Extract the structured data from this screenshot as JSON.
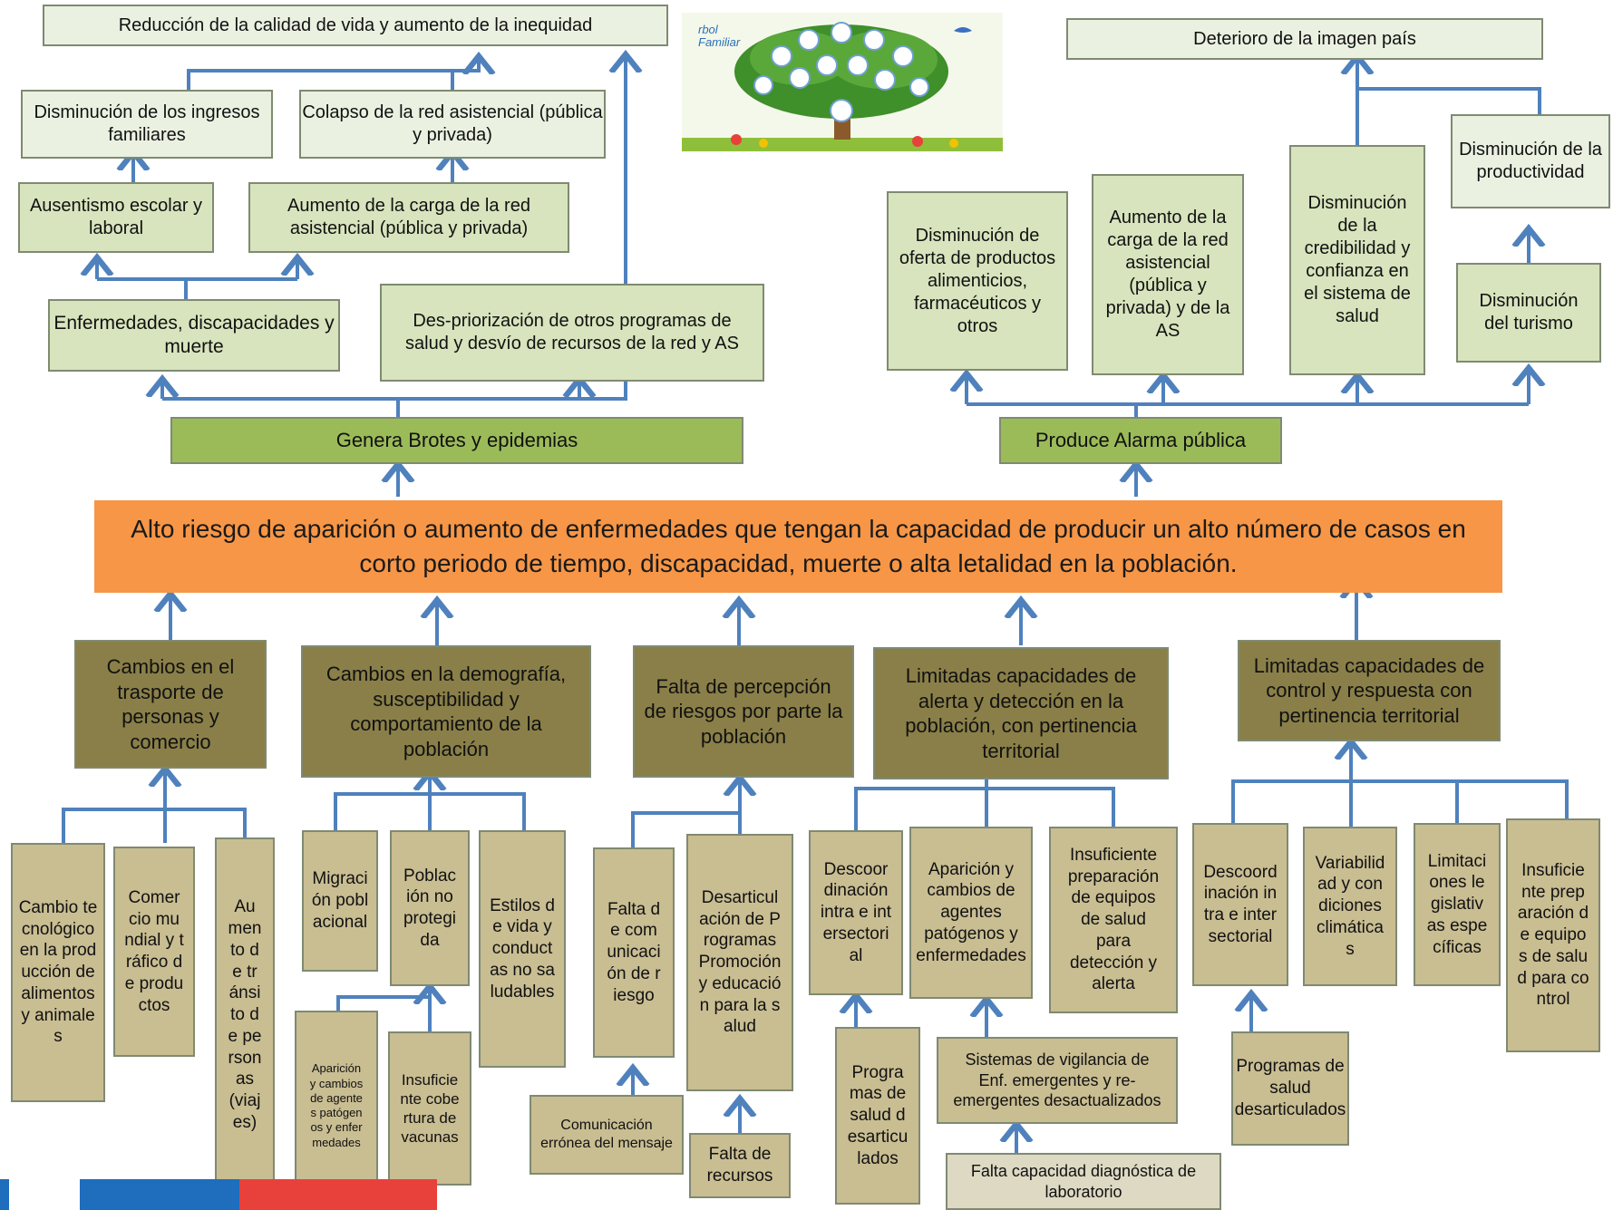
{
  "core_problem": "Alto riesgo de aparición o aumento de enfermedades que tengan la capacidad de producir un alto número de casos en corto periodo de tiempo, discapacidad, muerte o alta letalidad en la población.",
  "effects": {
    "genera_brotes": "Genera Brotes y epidemias",
    "produce_alarma": "Produce Alarma pública",
    "enfermedades": "Enfermedades, discapacidades y muerte",
    "despriorizacion": "Des-priorización de otros programas de salud y desvío de recursos  de la red y AS",
    "ausentismo": "Ausentismo escolar y laboral",
    "aumento_carga_red": "Aumento de la carga de la red asistencial (pública y privada)",
    "disminucion_ingresos": "Disminución de los ingresos familiares",
    "colapso_red": "Colapso de la red asistencial (pública y privada)",
    "reduccion_calidad": "Reducción de la calidad de vida     y aumento de la inequidad",
    "disminucion_oferta": "Disminución de oferta de productos alimenticios, farmacéuticos y otros",
    "aumento_carga_red_as": "Aumento  de la carga de la red asistencial (pública y privada) y de la AS",
    "disminucion_credibilidad": "Disminución de la credibilidad y confianza en el sistema de salud",
    "disminucion_turismo": "Disminución del turismo",
    "disminucion_productividad": "Disminución de la productividad",
    "deterioro_imagen": "Deterioro de la imagen país"
  },
  "causes": {
    "transporte": "Cambios en el trasporte de personas y comercio",
    "demografia": "Cambios en la demografía, susceptibilidad y comportamiento de la población",
    "percepcion": "Falta de percepción de riesgos por parte la población",
    "alerta": "Limitadas capacidades de alerta y detección en la población, con pertinencia territorial",
    "control": "Limitadas capacidades de control y respuesta con pertinencia territorial"
  },
  "subcauses": {
    "cambio_tecnologico": "Cambio tecnológico en la producción de alimentos y animales",
    "comercio": "Comercio mundial y tráfico de productos",
    "transito": "Aumento de tránsito de personas (viajes)",
    "migracion": "Migración poblacional",
    "poblacion_no_protegida": "Población no protegida",
    "estilos_vida": "Estilos de vida y conductas no saludables",
    "aparicion_agentes_small": "Aparición y cambios de agentes patógenos y enfermedades",
    "insuficiente_cobertura": "Insuficiente cobertura de vacunas",
    "falta_comunicacion": "Falta de comunicación de riesgo",
    "desarticulacion": "Desarticulación de Programas Promoción y educación para la salud",
    "comunicacion_erronea": "Comunicación errónea del mensaje",
    "falta_recursos": "Falta de recursos",
    "descoordinacion_alerta": "Descoordinación intra e intersectorial",
    "aparicion_agentes": "Aparición y cambios de agentes patógenos y enfermedades",
    "insuficiente_preparacion": "Insuficiente preparación de equipos de salud para detección y alerta",
    "programas_desarticulados_alerta": "Programas de salud desarticulados",
    "sistemas_vigilancia": "Sistemas de vigilancia de Enf. emergentes y re-emergentes desactualizados",
    "falta_capacidad_lab": "Falta capacidad diagnóstica de laboratorio",
    "descoordinacion_control": "Descoordinación intra e intersectorial",
    "variabilidad": "Variabilidad y condiciones climáticas",
    "limitaciones": "Limitaciones legislativas específicas",
    "insuficiente_equipos_control": "Insuficiente preparación de equipos de salud para control",
    "programas_desarticulados_control": "Programas de salud desarticulados"
  },
  "image_text": {
    "tree_caption": "rbol Familiar"
  },
  "colors": {
    "arrow": "#4f81bd",
    "core": "#f79646",
    "effect_dark": "#9bbb59",
    "effect_mid": "#d7e4bd",
    "effect_light": "#eaf1e1",
    "cause": "#8a7f48",
    "subcause": "#c9bd92"
  }
}
